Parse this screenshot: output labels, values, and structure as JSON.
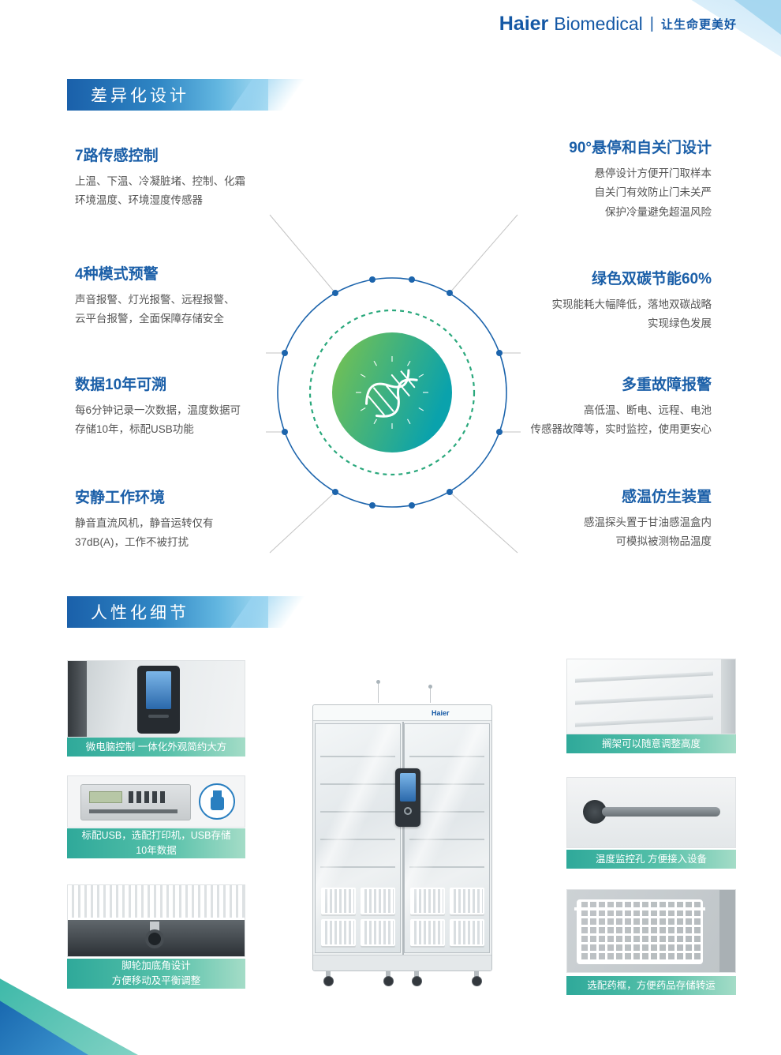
{
  "header": {
    "brand": "Haier",
    "brand_suffix": "Biomedical",
    "divider": "|",
    "tagline": "让生命更美好"
  },
  "design_section": {
    "title": "差异化设计",
    "features_left": [
      {
        "title": "7路传感控制",
        "lines": [
          "上温、下温、冷凝脏堵、控制、化霜",
          "环境温度、环境湿度传感器"
        ]
      },
      {
        "title": "4种模式预警",
        "lines": [
          "声音报警、灯光报警、远程报警、",
          "云平台报警，全面保障存储安全"
        ]
      },
      {
        "title": "数据10年可溯",
        "lines": [
          "每6分钟记录一次数据，温度数据可",
          "存储10年，标配USB功能"
        ]
      },
      {
        "title": "安静工作环境",
        "lines": [
          "静音直流风机，静音运转仅有",
          "37dB(A)，工作不被打扰"
        ]
      }
    ],
    "features_right": [
      {
        "title": "90°悬停和自关门设计",
        "lines": [
          "悬停设计方便开门取样本",
          "自关门有效防止门未关严",
          "保护冷量避免超温风险"
        ]
      },
      {
        "title": "绿色双碳节能60%",
        "lines": [
          "实现能耗大幅降低，落地双碳战略",
          "实现绿色发展"
        ]
      },
      {
        "title": "多重故障报警",
        "lines": [
          "高低温、断电、远程、电池",
          "传感器故障等，实时监控，使用更安心"
        ]
      },
      {
        "title": "感温仿生装置",
        "lines": [
          "感温探头置于甘油感温盒内",
          "可模拟被测物品温度"
        ]
      }
    ]
  },
  "details_section": {
    "title": "人性化细节",
    "fridge_logo": "Haier",
    "callouts_left": [
      {
        "line1": "微电脑控制 一体化外观简约大方",
        "line2": ""
      },
      {
        "line1": "标配USB，选配打印机，USB存储",
        "line2": "10年数据"
      },
      {
        "line1": "脚轮加底角设计",
        "line2": "方便移动及平衡调整"
      }
    ],
    "callouts_right": [
      {
        "line1": "搁架可以随意调整高度"
      },
      {
        "line1": "温度监控孔 方便接入设备"
      },
      {
        "line1": "选配药框，方便药品存储转运"
      }
    ]
  },
  "colors": {
    "brand_blue": "#1458a5",
    "title_blue": "#1b5fa8",
    "banner_start": "#1a60aa",
    "banner_end": "#a8dcf2",
    "caption_teal": "#2fa99a",
    "circle_blue": "#1c64ac",
    "dashed_green": "#2aa87c",
    "core_green": "#7cc34c",
    "core_teal": "#0aa2ac"
  }
}
